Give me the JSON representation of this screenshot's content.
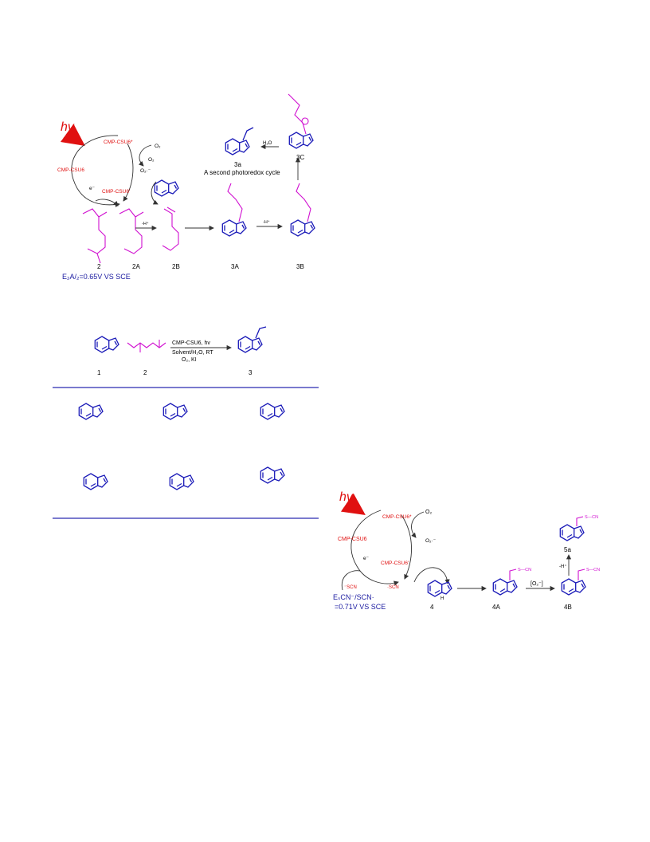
{
  "scheme_top": {
    "hv": "hv",
    "catalyst_excited": "CMP-CSU6*",
    "catalyst": "CMP-CSU6",
    "catalyst_reduced": "CMP-CSU6'",
    "electron": "e⁻",
    "o2": "O₂",
    "superoxide": "O₂·⁻",
    "h_minus": "-H⁺",
    "h_minus2": "-H⁺",
    "h2o": "H₂O",
    "second_cycle": "A second photoredox cycle",
    "potential": "E₂A/₂=0.65V VS SCE",
    "labels": [
      "2",
      "2A",
      "2B",
      "3A",
      "3B",
      "3C",
      "3a"
    ]
  },
  "scheme_reaction": {
    "conditions_line1": "CMP-CSU6, hv",
    "conditions_line2": "Solvent/H₂O, RT",
    "conditions_line3": "O₂, KI",
    "labels": [
      "1",
      "2",
      "3"
    ]
  },
  "scheme_bottom": {
    "hv": "hv",
    "catalyst": "CMP-CSU6",
    "catalyst_excited": "CMP-CSU6*",
    "catalyst_reduced": "CMP-CSU6'",
    "electron": "e⁻",
    "o2": "O₂",
    "superoxide": "O₂·⁻",
    "scn_anion": "⁻SCN",
    "scn_radical": "·SCN",
    "potential_line1": "EₛCN⁻/SCN·",
    "potential_line2": "=0.71V VS SCE",
    "scn_label": "S—CN",
    "bracket": "[O₂⁻]",
    "h_minus": "-H⁺",
    "labels": [
      "4",
      "4A",
      "4B",
      "5a"
    ]
  },
  "colors": {
    "indole": "#1a1ab8",
    "amine": "#d010d0",
    "catalyst": "#e01010",
    "rule": "#2a2ab0"
  }
}
